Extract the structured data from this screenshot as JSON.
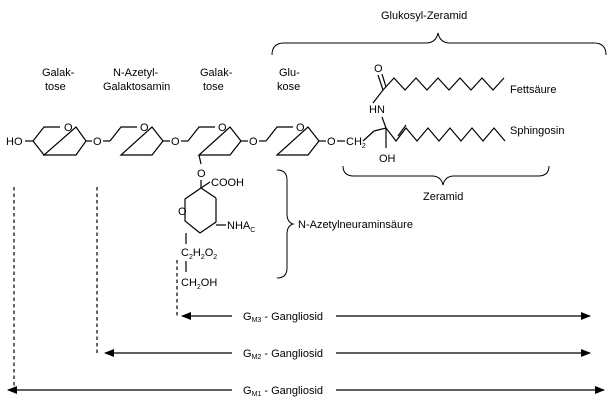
{
  "labels": {
    "glukosyl_zeramid": "Glukosyl-Zeramid",
    "galak_1": "Galak-",
    "tose_1": "tose",
    "n_azetyl": "N-Azetyl-",
    "galaktosamin": "Galaktosamin",
    "galak_2": "Galak-",
    "tose_2": "tose",
    "glu": "Glu-",
    "kose": "kose",
    "fettsaeure": "Fettsäure",
    "sphingosin": "Sphingosin",
    "zeramid": "Zeramid",
    "n_azetylneuraminsaeure": "N-Azetylneuraminsäure"
  },
  "atoms": {
    "ho": "HO",
    "o": "O",
    "ch": "CH",
    "sub2": "2",
    "hn": "N",
    "h_of_hn": "H",
    "oh": "OH",
    "cooh": "COOH",
    "nha": "NHA",
    "nha_sub": "C",
    "c2h2o2_c": "C",
    "c2h2o2_h": "H",
    "c2h2o2_o": "O",
    "ch2oh_ch": "CH",
    "ch2oh_oh": "OH"
  },
  "gangliosides": {
    "gm3": {
      "g": "G",
      "sub": "M3",
      "rest": " - Gangliosid"
    },
    "gm2": {
      "g": "G",
      "sub": "M2",
      "rest": " - Gangliosid"
    },
    "gm1": {
      "g": "G",
      "sub": "M1",
      "rest": " - Gangliosid"
    }
  }
}
